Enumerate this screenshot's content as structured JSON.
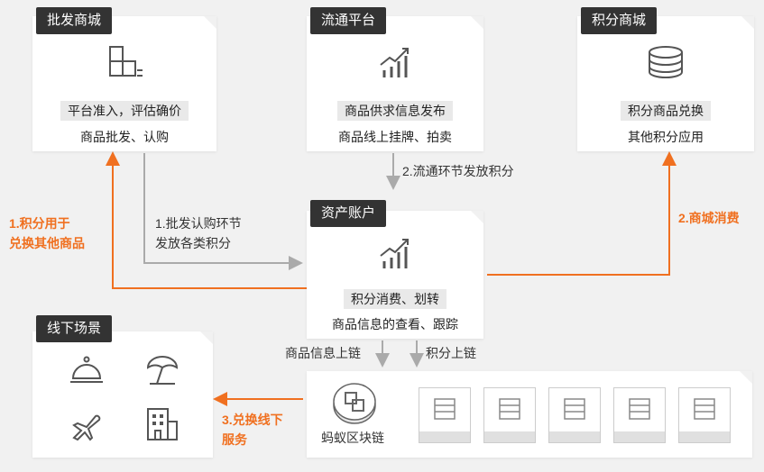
{
  "wholesale": {
    "title": "批发商城",
    "line1": "平台准入，评估确价",
    "line2": "商品批发、认购"
  },
  "circulation": {
    "title": "流通平台",
    "line1": "商品供求信息发布",
    "line2": "商品线上挂牌、拍卖"
  },
  "points_mall": {
    "title": "积分商城",
    "line1": "积分商品兑换",
    "line2": "其他积分应用"
  },
  "asset_account": {
    "title": "资产账户",
    "line1": "积分消费、划转",
    "line2": "商品信息的查看、跟踪"
  },
  "offline": {
    "title": "线下场景"
  },
  "blockchain": {
    "label": "蚂蚁区块链"
  },
  "flows": {
    "circulation_to_account": "2.流通环节发放积分",
    "wholesale_to_account_l1": "1.批发认购环节",
    "wholesale_to_account_l2": "发放各类积分",
    "account_to_wholesale_l1": "1.积分用于",
    "account_to_wholesale_l2": "兑换其他商品",
    "account_to_mall": "2.商城消费",
    "product_onchain": "商品信息上链",
    "points_onchain": "积分上链",
    "chain_to_offline_l1": "3.兑换线下",
    "chain_to_offline_l2": "服务"
  },
  "colors": {
    "accent": "#f07020",
    "dark": "#333333",
    "arrow_gray": "#aaaaaa"
  }
}
